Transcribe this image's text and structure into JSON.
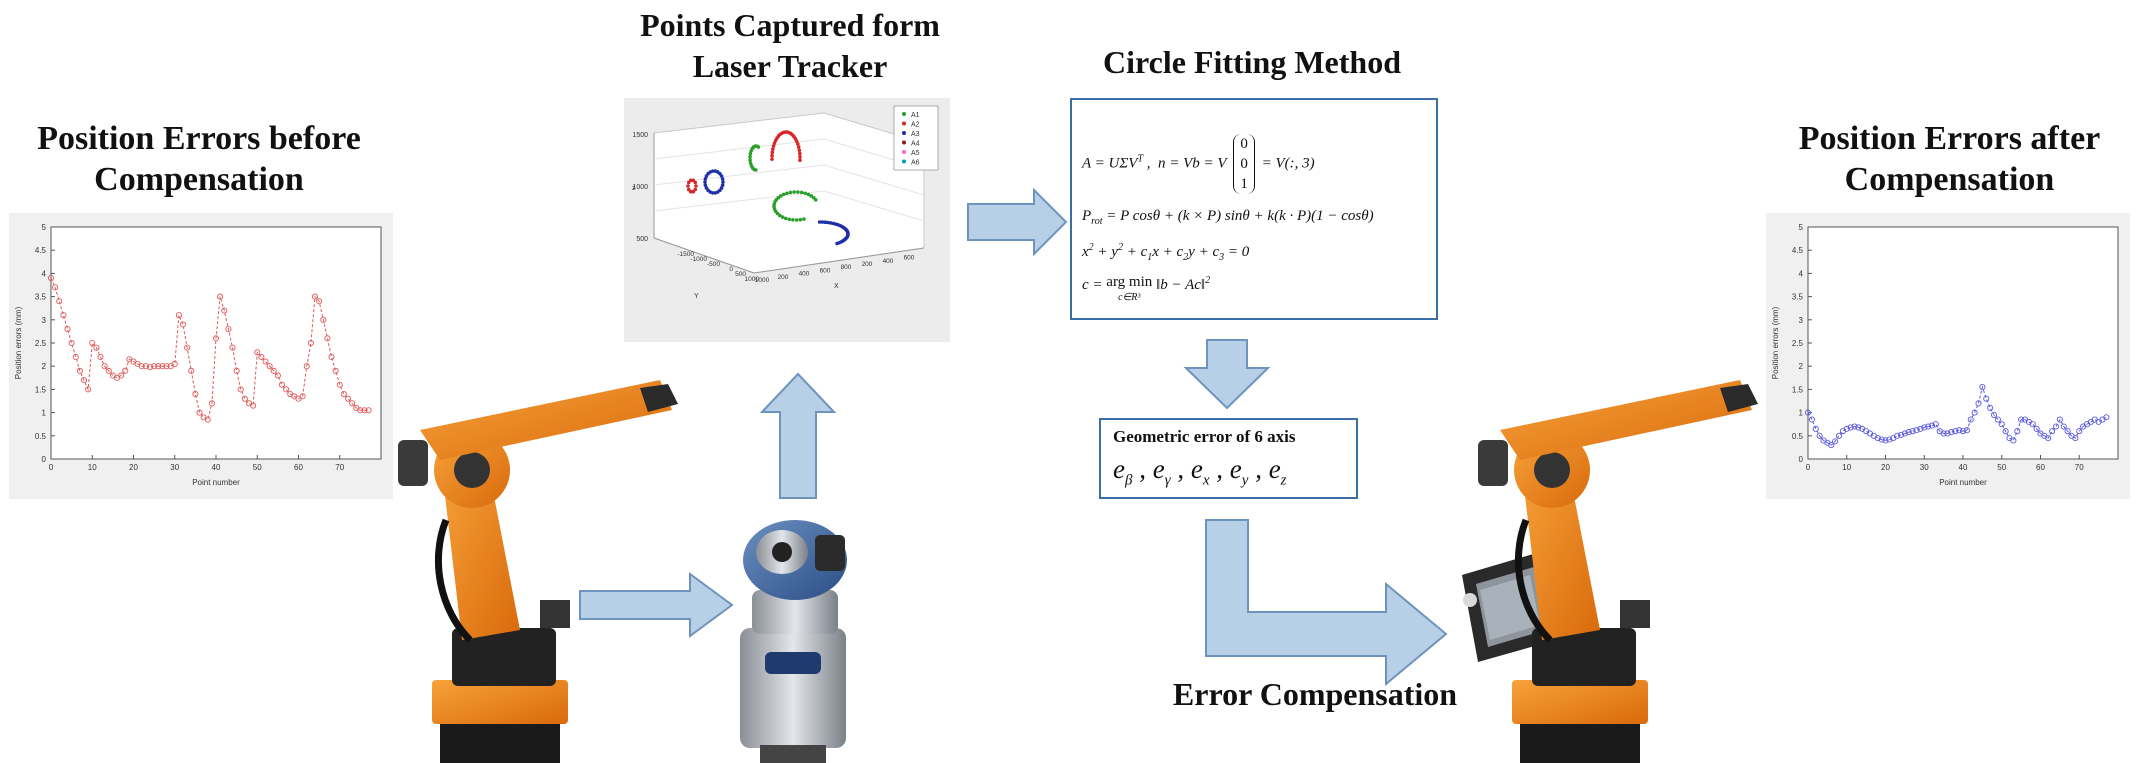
{
  "left_title": [
    "Position Errors before",
    "Compensation"
  ],
  "right_title": [
    "Position Errors after",
    "Compensation"
  ],
  "tracker_title": [
    "Points Captured form",
    "Laser Tracker"
  ],
  "circle_title": "Circle Fitting Method",
  "error_comp_title": "Error Compensation",
  "geo_box": {
    "title": "Geometric error of 6 axis",
    "symbols": "eβ , eγ , ex , ey , ez"
  },
  "equations": {
    "line1": "A = UΣVT ,  n = Vb = V (0 0 1) = V(:, 3)",
    "line2": "Prot = P cosθ + (k × P) sinθ + k(k · P)(1 − cosθ)",
    "line3": "x² + y² + c₁x + c₂y + c₃ = 0",
    "line4": "c = arg min ‖b − Ac‖²  (c∈R³)"
  },
  "colors": {
    "before_series": "#e05a5a",
    "after_series": "#5a5ae0",
    "arrow_fill": "#b8cfe8",
    "arrow_stroke": "#6e93bd",
    "box_border": "#3a6fa5",
    "robot_orange": "#e8821a"
  },
  "chart_data": [
    {
      "id": "before",
      "type": "line",
      "xlabel": "Point number",
      "ylabel": "Position errors (mm)",
      "xlim": [
        0,
        80
      ],
      "ylim": [
        0,
        5
      ],
      "xticks": [
        "0",
        "10",
        "20",
        "30",
        "40",
        "50",
        "60",
        "70"
      ],
      "yticks": [
        "0",
        "0.5",
        "1",
        "1.5",
        "2",
        "2.5",
        "3",
        "3.5",
        "4",
        "4.5",
        "5"
      ],
      "x": [
        0,
        1,
        2,
        3,
        4,
        5,
        6,
        7,
        8,
        9,
        10,
        11,
        12,
        13,
        14,
        15,
        16,
        17,
        18,
        19,
        20,
        21,
        22,
        23,
        24,
        25,
        26,
        27,
        28,
        29,
        30,
        31,
        32,
        33,
        34,
        35,
        36,
        37,
        38,
        39,
        40,
        41,
        42,
        43,
        44,
        45,
        46,
        47,
        48,
        49,
        50,
        51,
        52,
        53,
        54,
        55,
        56,
        57,
        58,
        59,
        60,
        61,
        62,
        63,
        64,
        65,
        66,
        67,
        68,
        69,
        70,
        71,
        72,
        73,
        74,
        75,
        76,
        77
      ],
      "y": [
        3.9,
        3.7,
        3.4,
        3.1,
        2.8,
        2.5,
        2.2,
        1.9,
        1.7,
        1.5,
        2.5,
        2.4,
        2.2,
        2.0,
        1.9,
        1.8,
        1.75,
        1.8,
        1.9,
        2.15,
        2.1,
        2.05,
        2.0,
        2.0,
        1.98,
        2.0,
        2.0,
        2.0,
        2.0,
        2.0,
        2.05,
        3.1,
        2.9,
        2.4,
        1.9,
        1.4,
        1.0,
        0.9,
        0.85,
        1.2,
        2.6,
        3.5,
        3.2,
        2.8,
        2.4,
        1.9,
        1.5,
        1.3,
        1.2,
        1.15,
        2.3,
        2.2,
        2.1,
        2.0,
        1.9,
        1.8,
        1.6,
        1.5,
        1.4,
        1.35,
        1.3,
        1.35,
        2.0,
        2.5,
        3.5,
        3.4,
        3.0,
        2.6,
        2.2,
        1.9,
        1.6,
        1.4,
        1.3,
        1.2,
        1.1,
        1.05,
        1.05,
        1.05
      ]
    },
    {
      "id": "after",
      "type": "line",
      "xlabel": "Point number",
      "ylabel": "Position errors (mm)",
      "xlim": [
        0,
        80
      ],
      "ylim": [
        0,
        5
      ],
      "xticks": [
        "0",
        "10",
        "20",
        "30",
        "40",
        "50",
        "60",
        "70"
      ],
      "yticks": [
        "0",
        "0.5",
        "1",
        "1.5",
        "2",
        "2.5",
        "3",
        "3.5",
        "4",
        "4.5",
        "5"
      ],
      "x": [
        0,
        1,
        2,
        3,
        4,
        5,
        6,
        7,
        8,
        9,
        10,
        11,
        12,
        13,
        14,
        15,
        16,
        17,
        18,
        19,
        20,
        21,
        22,
        23,
        24,
        25,
        26,
        27,
        28,
        29,
        30,
        31,
        32,
        33,
        34,
        35,
        36,
        37,
        38,
        39,
        40,
        41,
        42,
        43,
        44,
        45,
        46,
        47,
        48,
        49,
        50,
        51,
        52,
        53,
        54,
        55,
        56,
        57,
        58,
        59,
        60,
        61,
        62,
        63,
        64,
        65,
        66,
        67,
        68,
        69,
        70,
        71,
        72,
        73,
        74,
        75,
        76,
        77
      ],
      "y": [
        1.0,
        0.85,
        0.65,
        0.5,
        0.4,
        0.35,
        0.3,
        0.38,
        0.5,
        0.6,
        0.65,
        0.68,
        0.7,
        0.68,
        0.65,
        0.6,
        0.55,
        0.5,
        0.45,
        0.42,
        0.4,
        0.42,
        0.45,
        0.5,
        0.52,
        0.55,
        0.58,
        0.6,
        0.62,
        0.65,
        0.68,
        0.7,
        0.72,
        0.75,
        0.6,
        0.55,
        0.55,
        0.58,
        0.6,
        0.62,
        0.6,
        0.62,
        0.85,
        1.0,
        1.2,
        1.55,
        1.3,
        1.1,
        0.95,
        0.85,
        0.75,
        0.6,
        0.45,
        0.4,
        0.6,
        0.85,
        0.85,
        0.8,
        0.75,
        0.65,
        0.55,
        0.5,
        0.45,
        0.6,
        0.7,
        0.85,
        0.7,
        0.6,
        0.5,
        0.45,
        0.6,
        0.7,
        0.75,
        0.8,
        0.85,
        0.8,
        0.85,
        0.9
      ]
    },
    {
      "id": "tracker",
      "type": "scatter",
      "xlabel": "X",
      "ylabel": "Y",
      "zlabel": "z",
      "zticks": [
        "500",
        "1000",
        "1500"
      ],
      "yticks": [
        "-1500",
        "-1000",
        "-500",
        "0",
        "500",
        "1000"
      ],
      "xticks": [
        "1000",
        "200",
        "400",
        "600",
        "800",
        "200",
        "400",
        "600"
      ],
      "series": [
        {
          "name": "A1",
          "color": "#2aa02a"
        },
        {
          "name": "A2",
          "color": "#d62728"
        },
        {
          "name": "A3",
          "color": "#1f2fa8"
        },
        {
          "name": "A4",
          "color": "#8b1a1a"
        },
        {
          "name": "A5",
          "color": "#ff66cc"
        },
        {
          "name": "A6",
          "color": "#00a0c8"
        }
      ]
    }
  ]
}
